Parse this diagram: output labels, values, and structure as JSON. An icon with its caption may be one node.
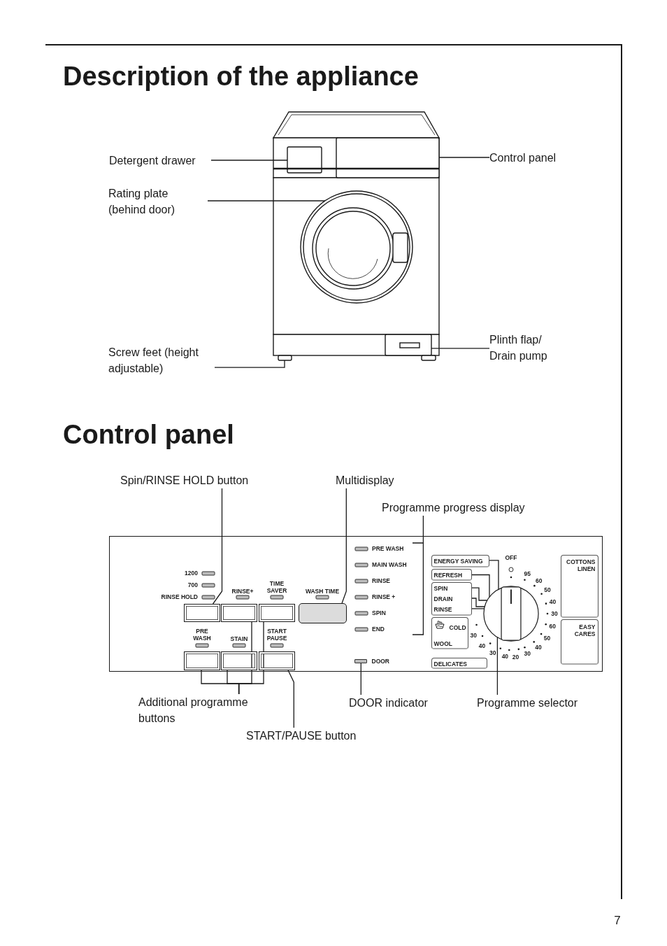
{
  "diagram": {
    "title": "Description of the appliance",
    "nodes": [
      {
        "text": [
          "Detergent drawer"
        ]
      },
      {
        "text": [
          "Rating plate (behind door)"
        ]
      },
      {
        "text": [
          "Control panel"
        ]
      },
      {
        "text": [
          "Screw feet (height adjustable)"
        ]
      },
      {
        "text": [
          "Plinth flap/ Drain pump"
        ]
      },
      {
        "text": [],
        "shape": "box"
      },
      {
        "text": [],
        "shape": "circle"
      },
      {
        "text": [],
        "shape": "box"
      },
      {
        "text": [],
        "shape": "box"
      },
      {
        "text": [],
        "shape": "box"
      },
      {
        "text": [
          "Spin/RINSE HOLD button"
        ]
      },
      {
        "text": [
          "Multidisplay"
        ]
      },
      {
        "text": [
          "Programme progress display"
        ]
      },
      {
        "text": [
          "Additional programme buttons"
        ]
      },
      {
        "text": [
          "START/PAUSE button"
        ]
      },
      {
        "text": [
          "DOOR indicator"
        ]
      },
      {
        "text": [
          "Programme selector"
        ]
      },
      {
        "text": [],
        "shape": "box"
      },
      {
        "text": [],
        "shape": "box",
        "in": 17
      },
      {
        "text": [],
        "shape": "box",
        "in": 17
      },
      {
        "text": [],
        "shape": "box",
        "in": 17
      },
      {
        "text": [],
        "shape": "box",
        "in": 17
      },
      {
        "text": [],
        "shape": "box",
        "in": 17
      },
      {
        "text": [],
        "shape": "box",
        "in": 17
      },
      {
        "text": [],
        "shape": "box",
        "in": 17
      },
      {
        "text": [],
        "shape": "bar",
        "in": 17,
        "beside": [
          "DOOR"
        ]
      },
      {
        "text": [
          "ENERGY SAVING"
        ],
        "in": 17
      },
      {
        "text": [
          "REFRESH"
        ],
        "in": 17
      },
      {
        "text": [
          "SPIN",
          "DRAIN",
          "RINSE"
        ],
        "in": 17
      },
      {
        "text": [
          "COLD",
          "WOOL"
        ],
        "in": 17
      },
      {
        "text": [
          "DELICATES"
        ],
        "in": 17
      },
      {
        "text": [
          "COTTONS LINEN"
        ],
        "in": 17
      },
      {
        "text": [
          "EASY CARES"
        ],
        "in": 17
      },
      {
        "text": [],
        "shape": "circle",
        "in": 17
      }
    ],
    "edges": [
      {
        "from": 0,
        "to": 5,
        "arrow": "none"
      },
      {
        "from": 1,
        "to": 6,
        "arrow": "none"
      },
      {
        "from": 2,
        "to": 7,
        "arrow": "none"
      },
      {
        "from": 3,
        "to": 8,
        "arrow": "none"
      },
      {
        "from": 4,
        "to": 9,
        "arrow": "none"
      },
      {
        "from": 10,
        "to": 18,
        "arrow": "none"
      },
      {
        "from": 11,
        "to": 21,
        "arrow": "none"
      },
      {
        "from": 12,
        "to": null,
        "arrow": "none"
      },
      {
        "from": 13,
        "to": 22,
        "arrow": "none"
      },
      {
        "from": 13,
        "to": 23,
        "arrow": "none"
      },
      {
        "from": 13,
        "to": 19,
        "arrow": "none"
      },
      {
        "from": 13,
        "to": 20,
        "arrow": "none"
      },
      {
        "from": 14,
        "to": 24,
        "arrow": "none"
      },
      {
        "from": 15,
        "to": 25,
        "arrow": "none"
      },
      {
        "from": 16,
        "to": 33,
        "arrow": "none"
      },
      {
        "from": 26,
        "to": 33,
        "arrow": "none"
      },
      {
        "from": 27,
        "to": 33,
        "arrow": "none"
      },
      {
        "from": 28,
        "to": 33,
        "arrow": "none"
      },
      {
        "from": 28,
        "to": 33,
        "arrow": "none"
      },
      {
        "from": 28,
        "to": 33,
        "arrow": "none"
      }
    ],
    "labels": [
      "Control panel",
      "1200",
      "700",
      "RINSE HOLD",
      "RINSE+",
      "TIME SAVER",
      "WASH TIME",
      "PRE WASH",
      "STAIN",
      "START PAUSE",
      "PRE WASH",
      "MAIN WASH",
      "RINSE",
      "RINSE +",
      "SPIN",
      "END",
      "OFF",
      "95",
      "60",
      "50",
      "40",
      "30",
      "60",
      "50",
      "40",
      "30",
      "20",
      "40",
      "30",
      "40",
      "30",
      "7"
    ]
  }
}
